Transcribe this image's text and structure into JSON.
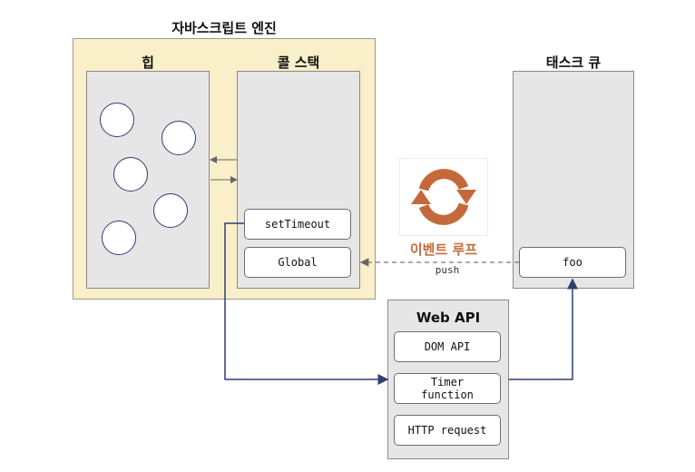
{
  "engine": {
    "title": "자바스크립트 엔진"
  },
  "heap": {
    "title": "힙"
  },
  "call_stack": {
    "title": "콜 스택",
    "frames": [
      "setTimeout",
      "Global"
    ]
  },
  "task_queue": {
    "title": "태스크 큐",
    "items": [
      "foo"
    ]
  },
  "event_loop": {
    "label": "이벤트 루프",
    "push_label": "push",
    "color": "#c46a3a"
  },
  "web_api": {
    "title": "Web API",
    "items": [
      "DOM API",
      "Timer\nfunction",
      "HTTP request"
    ]
  },
  "colors": {
    "engine_bg": "#f9efc9",
    "panel_bg": "#e6e6e6",
    "arrow": "#2f3f73",
    "heap_circle_border": "#2f3f73"
  }
}
